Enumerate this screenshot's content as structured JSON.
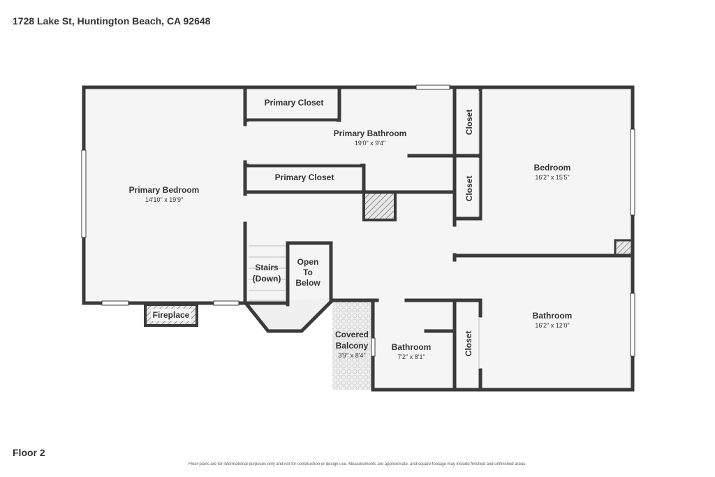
{
  "header": {
    "address": "1728 Lake St, Huntington Beach, CA 92648"
  },
  "floor": {
    "label": "Floor 2"
  },
  "disclaimer": "Floor plans are for informational purposes only and not for construction or design use. Measurements are approximate, and square footage may include finished and unfinished areas.",
  "rooms": {
    "primary_bedroom": {
      "name": "Primary Bedroom",
      "dims": "14'10\" x 19'9\""
    },
    "primary_closet_top": {
      "name": "Primary Closet"
    },
    "primary_bathroom": {
      "name": "Primary Bathroom",
      "dims": "19'0\" x 9'4\""
    },
    "primary_closet_mid": {
      "name": "Primary Closet"
    },
    "closet_upper": {
      "name": "Closet"
    },
    "closet_lower": {
      "name": "Closet"
    },
    "bedroom": {
      "name": "Bedroom",
      "dims": "16'2\" x 15'5\""
    },
    "stairs": {
      "line1": "Stairs",
      "line2": "(Down)"
    },
    "open_to_below": {
      "line1": "Open",
      "line2": "To",
      "line3": "Below"
    },
    "fireplace": {
      "name": "Fireplace"
    },
    "covered_balcony": {
      "line1": "Covered",
      "line2": "Balcony",
      "dims": "3'9\" x 8'4\""
    },
    "bathroom_small": {
      "name": "Bathroom",
      "dims": "7'2\" x 8'1\""
    },
    "closet_bottom": {
      "name": "Closet"
    },
    "bathroom_large": {
      "name": "Bathroom",
      "dims": "16'2\" x 12'0\""
    }
  },
  "colors": {
    "wall": "#3a3a3a",
    "floor": "#f5f5f5",
    "background": "#ffffff",
    "text": "#333333"
  }
}
